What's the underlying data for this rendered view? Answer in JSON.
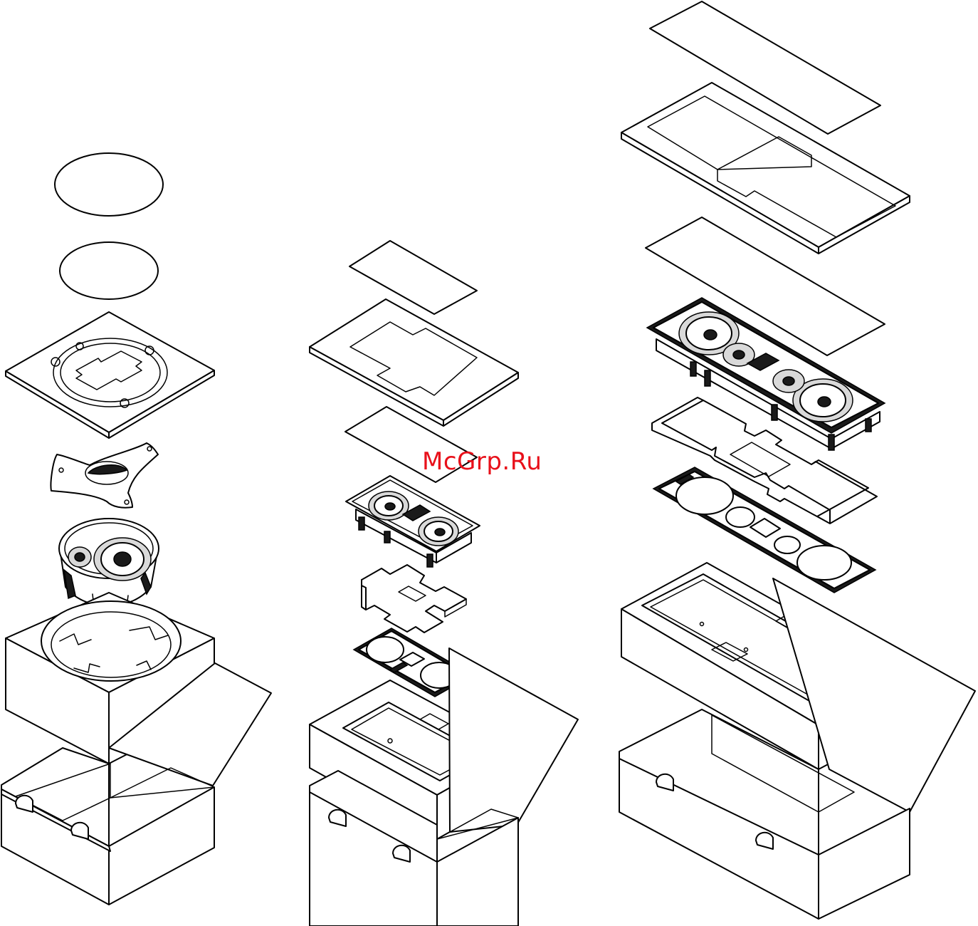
{
  "watermark": {
    "text": "McGrp.Ru",
    "color": "#e8101a"
  },
  "diagram": {
    "assemblies": [
      {
        "id": "ceiling-round-speaker",
        "parts": [
          "protective-film-disc",
          "grille-disc",
          "foam-sheet-with-ring-cutout",
          "mounting-bracket",
          "round-ceiling-speaker",
          "foam-insert-block",
          "carton-box"
        ]
      },
      {
        "id": "in-wall-lcr-small",
        "parts": [
          "top-cover-sheet",
          "foam-frame-sheet",
          "grille-sheet",
          "rectangular-speaker",
          "cross-shaped-foam-spacer",
          "baffle-template",
          "foam-tray",
          "carton-box"
        ]
      },
      {
        "id": "in-wall-lcr-large",
        "parts": [
          "top-cover-sheet",
          "foam-frame-sheet",
          "grille-sheet",
          "long-rectangular-speaker",
          "foam-spacer-frame",
          "baffle-template",
          "foam-tray",
          "carton-box"
        ]
      }
    ]
  }
}
